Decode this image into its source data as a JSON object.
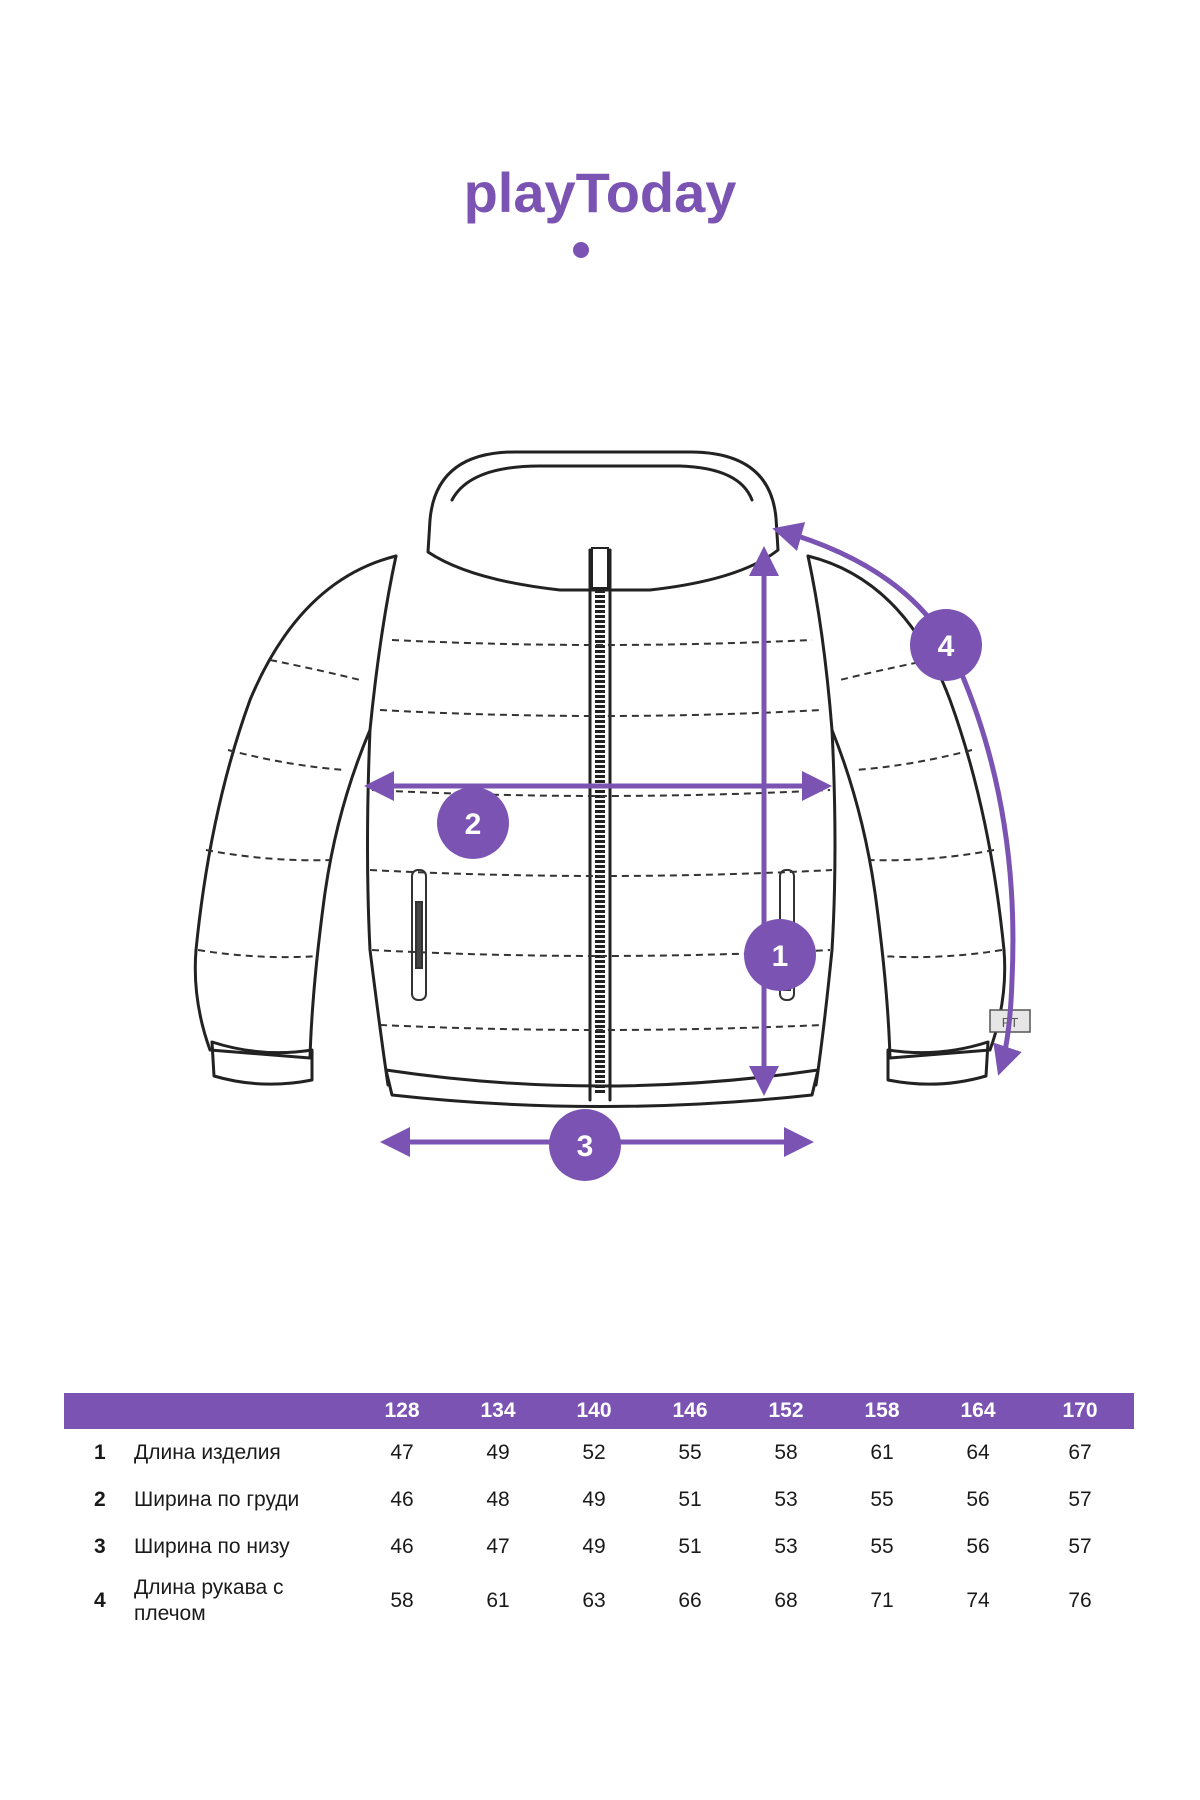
{
  "brand": {
    "logo_text": "playToday",
    "color": "#7b54b3"
  },
  "diagram": {
    "markers": [
      "1",
      "2",
      "3",
      "4"
    ],
    "tag_text": "PT"
  },
  "size_table": {
    "header_color": "#7b54b3",
    "sizes": [
      "128",
      "134",
      "140",
      "146",
      "152",
      "158",
      "164",
      "170"
    ],
    "rows": [
      {
        "num": "1",
        "name": "Длина изделия",
        "values": [
          "47",
          "49",
          "52",
          "55",
          "58",
          "61",
          "64",
          "67"
        ]
      },
      {
        "num": "2",
        "name": "Ширина по груди",
        "values": [
          "46",
          "48",
          "49",
          "51",
          "53",
          "55",
          "56",
          "57"
        ]
      },
      {
        "num": "3",
        "name": "Ширина по низу",
        "values": [
          "46",
          "47",
          "49",
          "51",
          "53",
          "55",
          "56",
          "57"
        ]
      },
      {
        "num": "4",
        "name": "Длина рукава с плечом",
        "values": [
          "58",
          "61",
          "63",
          "66",
          "68",
          "71",
          "74",
          "76"
        ]
      }
    ]
  }
}
